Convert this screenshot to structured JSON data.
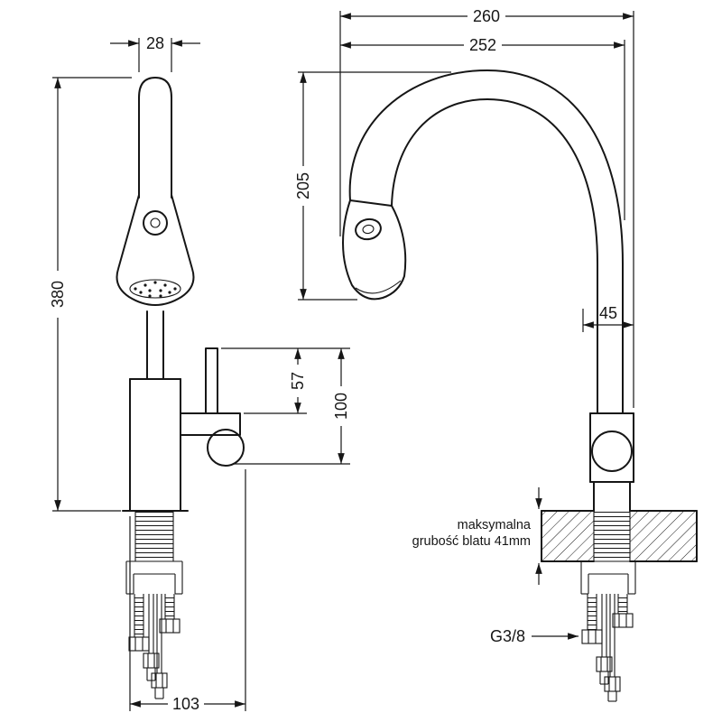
{
  "drawing": {
    "line_color": "#161616",
    "background": "#ffffff"
  },
  "front_view": {
    "spout_width": "28",
    "total_height": "380",
    "lever_offset": "57",
    "lever_height": "100",
    "base_width": "103"
  },
  "side_view": {
    "overall_depth": "260",
    "spout_reach": "252",
    "spout_height": "205",
    "body_depth": "45",
    "counter_note_line1": "maksymalna",
    "counter_note_line2": "grubość blatu 41mm",
    "connection_thread": "G3/8"
  }
}
